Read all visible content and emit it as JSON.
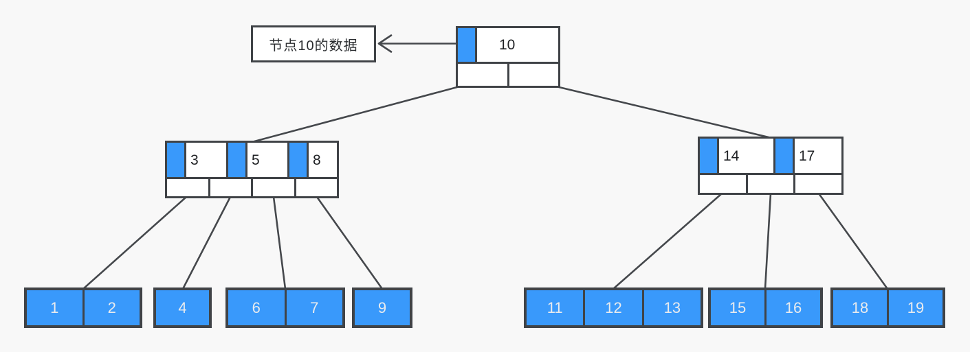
{
  "annotation": {
    "label": "节点10的数据"
  },
  "tree": {
    "root": {
      "keys": [
        "10"
      ]
    },
    "internal_left": {
      "keys": [
        "3",
        "5",
        "8"
      ]
    },
    "internal_right": {
      "keys": [
        "14",
        "17"
      ]
    },
    "leaves": [
      {
        "values": [
          "1",
          "2"
        ]
      },
      {
        "values": [
          "4"
        ]
      },
      {
        "values": [
          "6",
          "7"
        ]
      },
      {
        "values": [
          "9"
        ]
      },
      {
        "values": [
          "11",
          "12",
          "13"
        ]
      },
      {
        "values": [
          "15",
          "16"
        ]
      },
      {
        "values": [
          "18",
          "19"
        ]
      }
    ]
  },
  "colors": {
    "background": "#f8f8f8",
    "node_fill": "#ffffff",
    "pointer_blue": "#3999fb",
    "border": "#404347",
    "leaf_text": "#e9ebee",
    "key_text": "#1f2124",
    "line": "#45484c"
  }
}
